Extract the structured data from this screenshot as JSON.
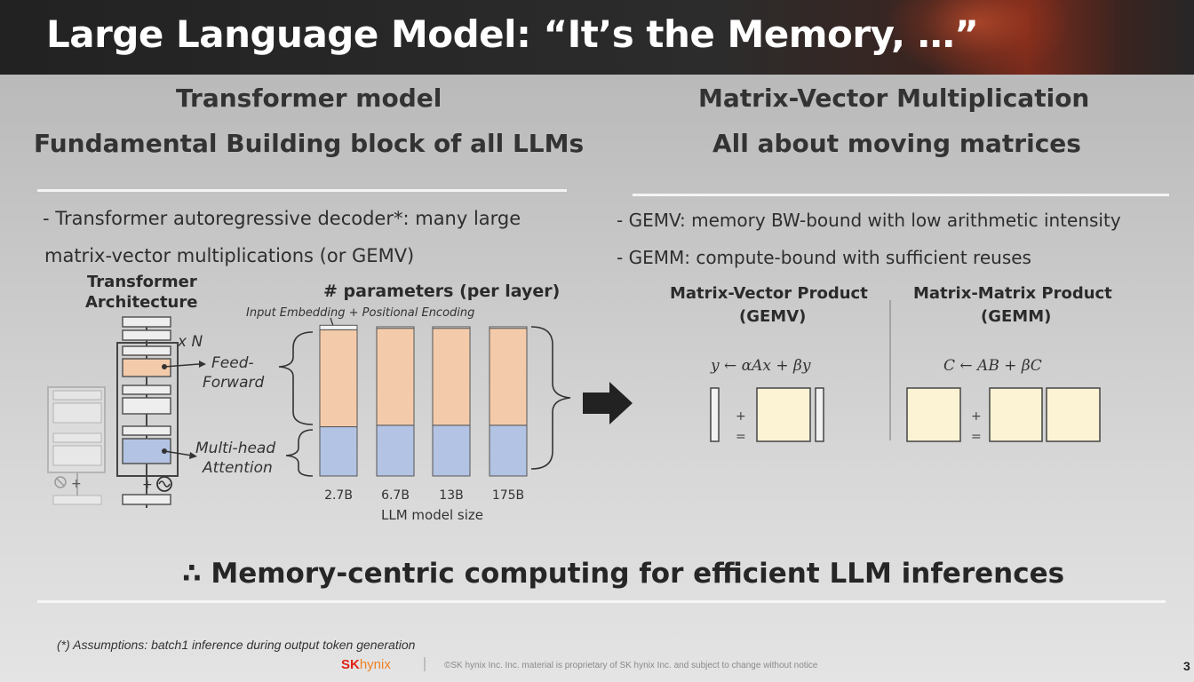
{
  "title": "Large Language Model: “It’s the Memory, …”",
  "left": {
    "heading_1": "Transformer model",
    "heading_2": "Fundamental Building block of all LLMs",
    "bullet_1a": "- Transformer autoregressive decoder*: many large",
    "bullet_1b": "matrix-vector multiplications (or GEMV)",
    "arch_label_1": "Transformer",
    "arch_label_2": "Architecture",
    "xn_label": "x N",
    "ff_label_1": "Feed-",
    "ff_label_2": "Forward",
    "mha_label_1": "Multi-head",
    "mha_label_2": "Attention",
    "chart_title": "# parameters (per layer)",
    "embedding_label": "Input Embedding + Positional Encoding",
    "plus_symbol": "+"
  },
  "right": {
    "heading_1": "Matrix-Vector Multiplication",
    "heading_2": "All about moving matrices",
    "bullet_1": "- GEMV: memory BW-bound with low arithmetic intensity",
    "bullet_2": "- GEMM: compute-bound with sufficient reuses",
    "gemv_title_1": "Matrix-Vector Product",
    "gemv_title_2": "(GEMV)",
    "gemm_title_1": "Matrix-Matrix Product",
    "gemm_title_2": "(GEMM)",
    "gemv_formula": "y ←  αAx + βy",
    "gemm_formula": "C ←  AB + βC",
    "plus": "+",
    "equals": "="
  },
  "chart_data": {
    "type": "bar",
    "title": "# parameters (per layer)",
    "xlabel": "LLM model size",
    "categories": [
      "2.7B",
      "6.7B",
      "13B",
      "175B"
    ],
    "series": [
      {
        "name": "Multi-head Attention",
        "values": [
          0.33,
          0.34,
          0.34,
          0.34
        ]
      },
      {
        "name": "Feed-Forward",
        "values": [
          0.65,
          0.65,
          0.65,
          0.65
        ]
      },
      {
        "name": "Input Embedding + Positional Encoding",
        "values": [
          0.03,
          0.01,
          0.01,
          0.01
        ]
      }
    ],
    "ylim": [
      0,
      1
    ],
    "colors": {
      "attention": "#b3c3e3",
      "feedforward": "#f4cbaa",
      "embedding": "#f2f2f2"
    }
  },
  "conclusion": "∴ Memory-centric computing for efficient LLM inferences",
  "footnote": "(*) Assumptions: batch1 inference during output token generation",
  "footer": {
    "logo_sk": "SK",
    "logo_hynix": "hynix",
    "copyright": "©SK hynix Inc. Inc. material is proprietary of SK hynix Inc. and subject to change without notice",
    "page_number": "3"
  },
  "colors": {
    "title_bg": "#262626",
    "title_text": "#ffffff",
    "accent_orange": "#f4cbaa",
    "accent_blue": "#b3c3e3",
    "matrix_fill": "#fbf3d4"
  }
}
